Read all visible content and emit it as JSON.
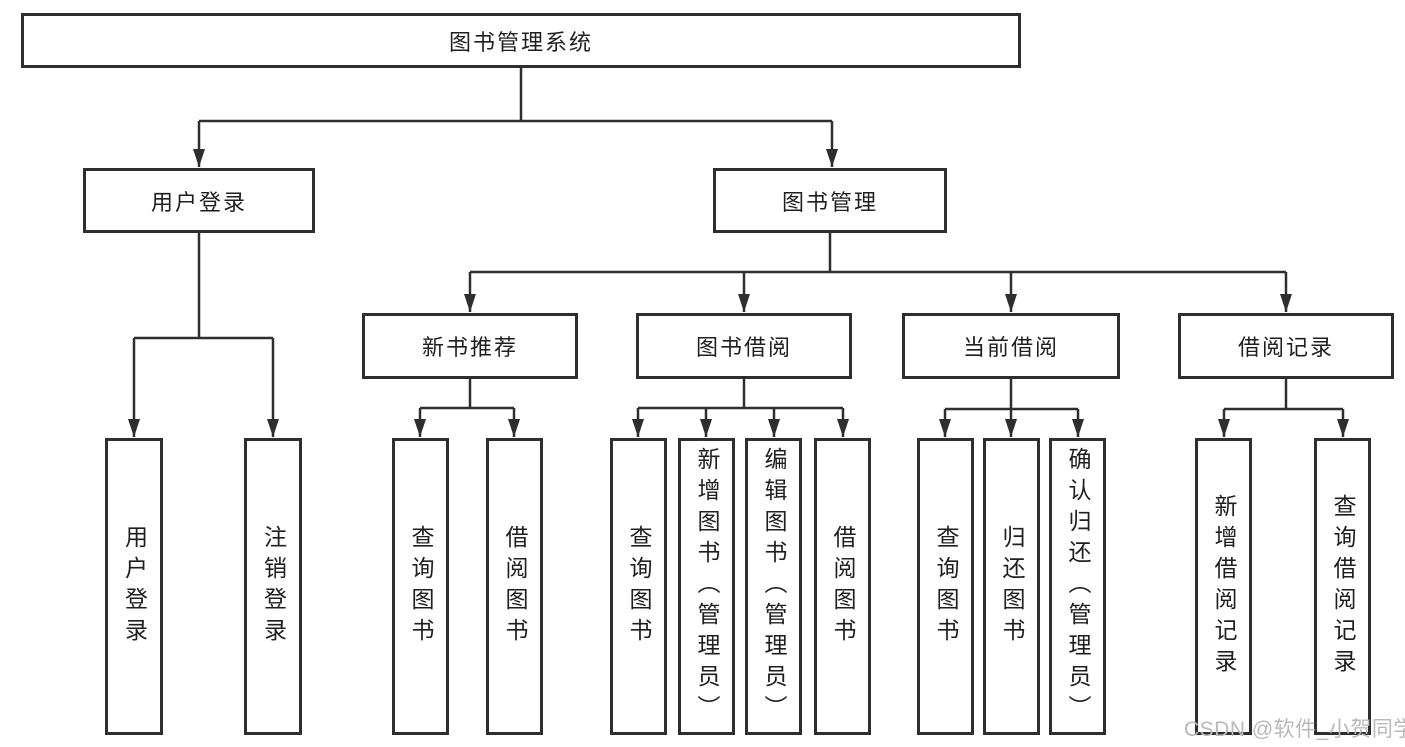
{
  "tree": {
    "label": "图书管理系统",
    "children": [
      {
        "label": "用户登录",
        "children": [
          {
            "label": "用户登录"
          },
          {
            "label": "注销登录"
          }
        ]
      },
      {
        "label": "图书管理",
        "children": [
          {
            "label": "新书推荐",
            "children": [
              {
                "label": "查询图书"
              },
              {
                "label": "借阅图书"
              }
            ]
          },
          {
            "label": "图书借阅",
            "children": [
              {
                "label": "查询图书"
              },
              {
                "label": "新增图书（管理员）"
              },
              {
                "label": "编辑图书（管理员）"
              },
              {
                "label": "借阅图书"
              }
            ]
          },
          {
            "label": "当前借阅",
            "children": [
              {
                "label": "查询图书"
              },
              {
                "label": "归还图书"
              },
              {
                "label": "确认归还（管理员）"
              }
            ]
          },
          {
            "label": "借阅记录",
            "children": [
              {
                "label": "新增借阅记录"
              },
              {
                "label": "查询借阅记录"
              }
            ]
          }
        ]
      }
    ]
  },
  "colors": {
    "line": "#2e2e2e",
    "text": "#1f1f1f",
    "watermark": "#b9b9b9"
  },
  "watermark": "CSDN @软件_小贺同学"
}
